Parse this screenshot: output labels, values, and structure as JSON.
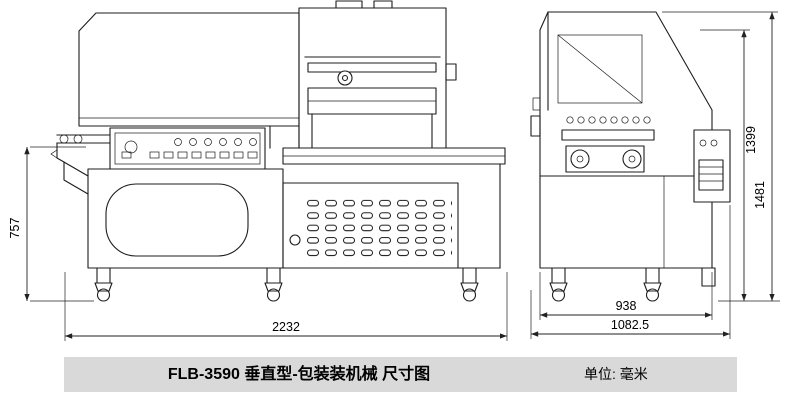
{
  "drawing": {
    "title": "FLB-3590 垂直型-包装装机械 尺寸图",
    "unit_label": "单位: 毫米"
  },
  "dimensions": {
    "front_height": "757",
    "front_width": "2232",
    "side_base_width": "938",
    "side_overall_width": "1082.5",
    "side_height_inner": "1399",
    "side_overall_height": "1481"
  }
}
